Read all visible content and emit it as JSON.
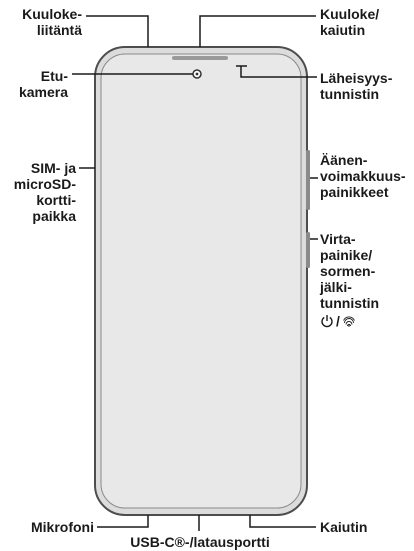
{
  "title": "",
  "labels": {
    "headphone_jack": [
      "Kuuloke-",
      "liitäntä"
    ],
    "earpiece_speaker": [
      "Kuuloke/",
      "kaiutin"
    ],
    "front_camera": [
      "Etu-",
      "kamera"
    ],
    "proximity_sensor": [
      "Läheisyys-",
      "tunnistin"
    ],
    "sim_slot": [
      "SIM- ja",
      "microSD-",
      "kortti-",
      "paikka"
    ],
    "volume_buttons": [
      "Äänen-",
      "voimakkuus-",
      "painikkeet"
    ],
    "power_button": [
      "Virta-",
      "painike/",
      "sormen-",
      "jälki-",
      "tunnistin"
    ],
    "power_button_icons": {
      "power": "power-icon",
      "separator": "/",
      "fingerprint": "fingerprint-icon"
    },
    "microphone": [
      "Mikrofoni"
    ],
    "speaker": [
      "Kaiutin"
    ],
    "usb_port": [
      "USB-C®-/latausportti"
    ]
  },
  "colors": {
    "phone_body": "#dcdcdc",
    "phone_frame": "#4d4d4d",
    "screen": "#e6e6e6",
    "lines": "#1a1a1a"
  }
}
